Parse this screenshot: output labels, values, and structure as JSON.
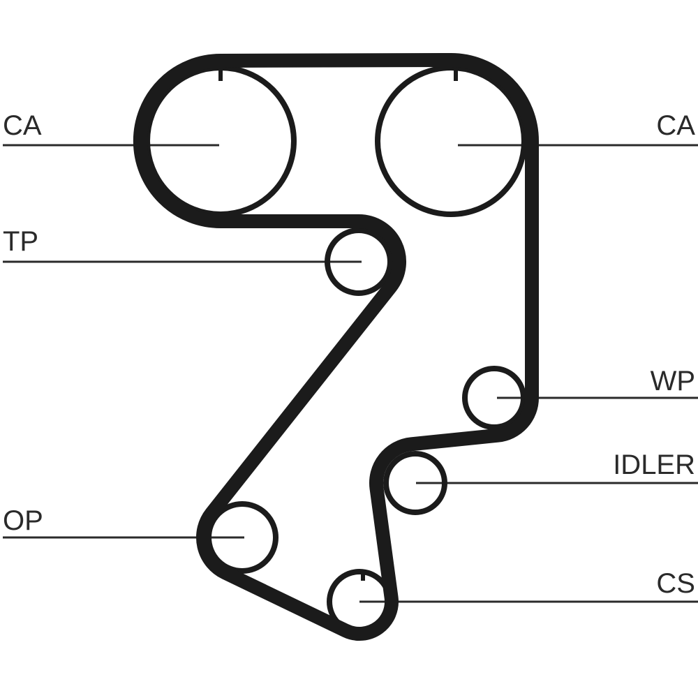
{
  "labels": {
    "ca_left": "CA",
    "ca_right": "CA",
    "tp": "TP",
    "wp": "WP",
    "idler": "IDLER",
    "op": "OP",
    "cs": "CS"
  },
  "colors": {
    "belt": "#1b1b1b",
    "line": "#2a2a2a",
    "background": "#ffffff"
  }
}
